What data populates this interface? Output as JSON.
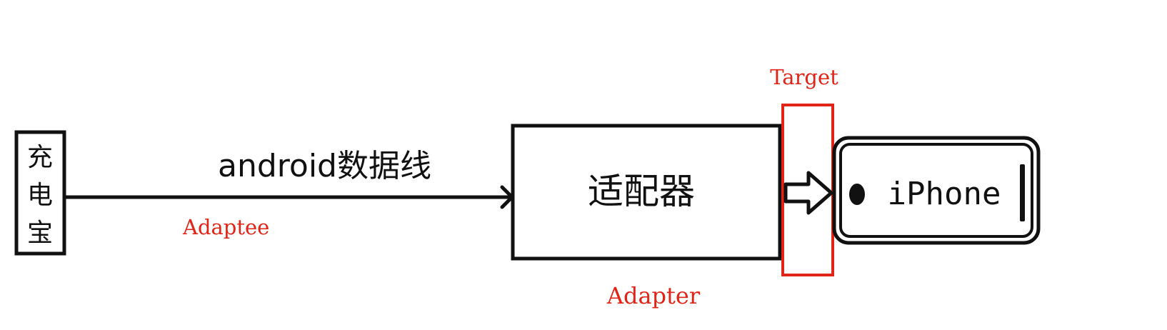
{
  "diagram": {
    "power_bank": {
      "chars": [
        "充",
        "电",
        "宝"
      ]
    },
    "cable_label": "android数据线",
    "adaptee_label": "Adaptee",
    "adapter_box_label": "适配器",
    "adapter_label": "Adapter",
    "target_label": "Target",
    "phone_label": "iPhone",
    "colors": {
      "stroke": "#111111",
      "role_text": "#e02418",
      "target_outline": "#e02418",
      "background": "#ffffff"
    }
  }
}
